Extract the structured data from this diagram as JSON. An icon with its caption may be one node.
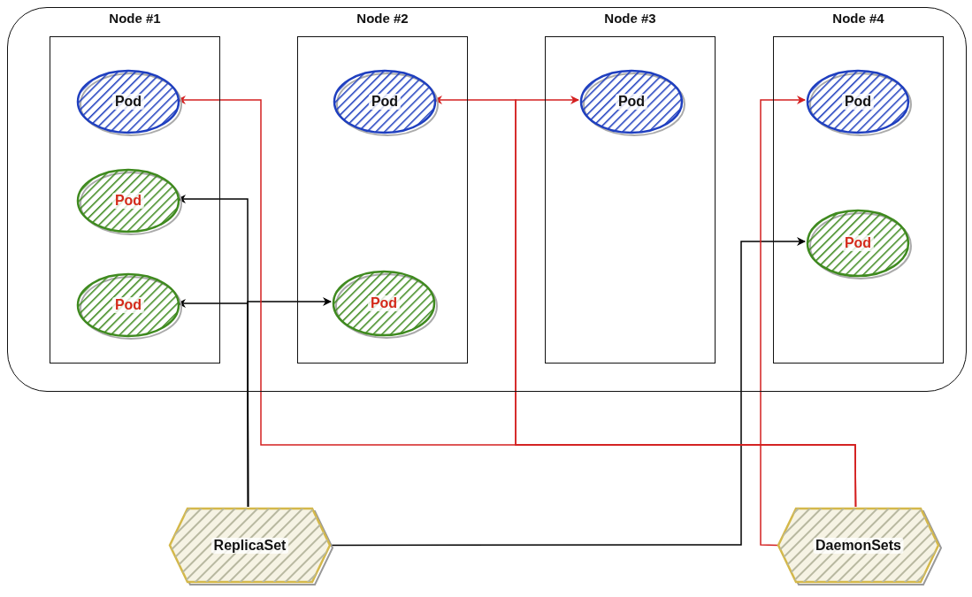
{
  "diagram": {
    "nodes": [
      {
        "text": [],
        "shape": "box"
      },
      {
        "text": [
          "Node #1"
        ],
        "in": 0
      },
      {
        "text": [
          "Node #2"
        ],
        "in": 0
      },
      {
        "text": [
          "Node #3"
        ],
        "in": 0
      },
      {
        "text": [
          "Node #4"
        ],
        "in": 0
      },
      {
        "text": [
          "Pod"
        ],
        "in": 1
      },
      {
        "text": [
          "Pod"
        ],
        "in": 1
      },
      {
        "text": [
          "Pod"
        ],
        "in": 1
      },
      {
        "text": [
          "Pod"
        ],
        "in": 2
      },
      {
        "text": [
          "Pod"
        ],
        "in": 2
      },
      {
        "text": [
          "Pod"
        ],
        "in": 3
      },
      {
        "text": [
          "Pod"
        ],
        "in": 4
      },
      {
        "text": [
          "Pod"
        ],
        "in": 4
      },
      {
        "text": [
          "ReplicaSet"
        ]
      },
      {
        "text": [
          "DaemonSets"
        ]
      }
    ],
    "edges": [
      {
        "from": 13,
        "to": 6,
        "arrow": "to",
        "color": "#000000"
      },
      {
        "from": 13,
        "to": 7,
        "arrow": "to",
        "color": "#000000"
      },
      {
        "from": 13,
        "to": 9,
        "arrow": "to",
        "color": "#000000"
      },
      {
        "from": 13,
        "to": 12,
        "arrow": "to",
        "color": "#000000"
      },
      {
        "from": 14,
        "to": 5,
        "arrow": "to",
        "color": "#d42020"
      },
      {
        "from": 14,
        "to": 8,
        "arrow": "to",
        "color": "#d42020"
      },
      {
        "from": 14,
        "to": 10,
        "arrow": "to",
        "color": "#d42020"
      },
      {
        "from": 14,
        "to": 11,
        "arrow": "to",
        "color": "#d42020"
      }
    ]
  }
}
